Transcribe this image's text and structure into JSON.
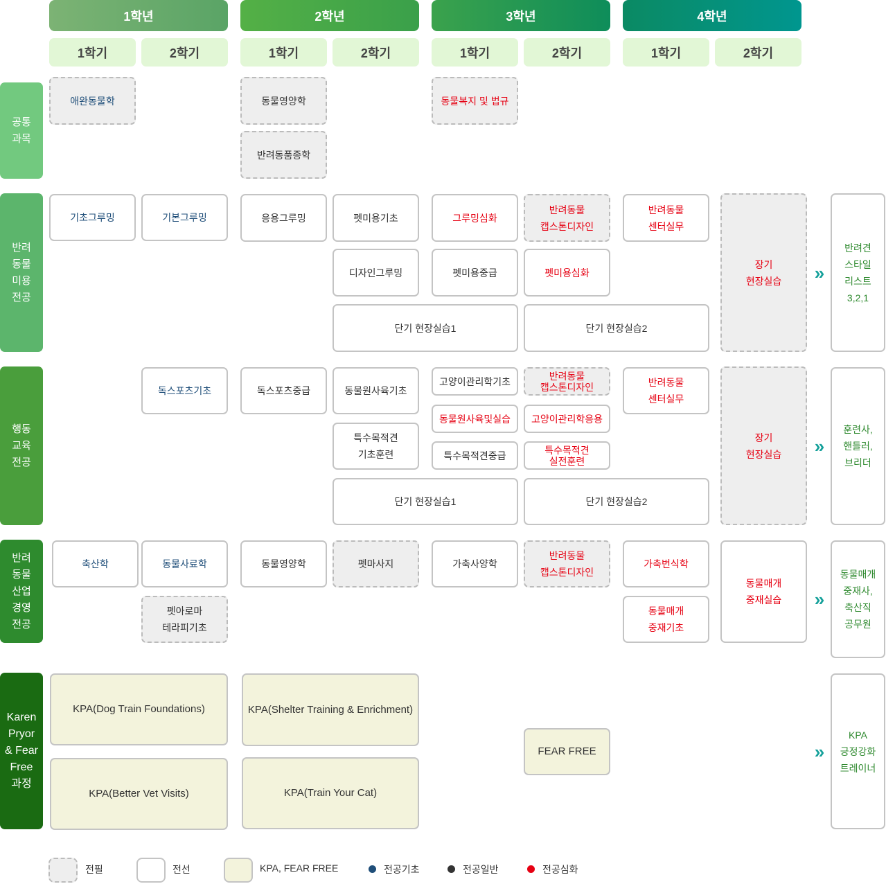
{
  "years": [
    "1학년",
    "2학년",
    "3학년",
    "4학년"
  ],
  "semesters": [
    "1학기",
    "2학기"
  ],
  "rows": [
    "공통\n과목",
    "반려\n동물\n미용\n전공",
    "행동\n교육\n전공",
    "반려\n동물\n산업\n경영\n전공",
    "Karen\nPryor\n& Fear\nFree\n과정"
  ],
  "courses": {
    "r1": [
      "애완동물학",
      "동물영양학",
      "반려동품종학",
      "동물복지 및 법규"
    ],
    "r2": [
      "기초그루밍",
      "기본그루밍",
      "응용그루밍",
      "펫미용기초",
      "그루밍심화",
      "반려동물\n캡스톤디자인",
      "반려동물\n센터실무",
      "장기\n현장실습",
      "디자인그루밍",
      "펫미용중급",
      "펫미용심화",
      "단기 현장실습1",
      "단기 현장실습2"
    ],
    "r3": [
      "독스포츠기초",
      "독스포츠중급",
      "동물원사육기초",
      "고양이관리학기초",
      "반려동물\n캡스톤디자인",
      "반려동물\n센터실무",
      "장기\n현장실습",
      "특수목적견\n기초훈련",
      "동물원사육및실습",
      "고양이관리학응용",
      "특수목적견중급",
      "특수목적견\n실전훈련",
      "단기 현장실습1",
      "단기 현장실습2"
    ],
    "r4": [
      "축산학",
      "동물사료학",
      "동물영양학",
      "펫마사지",
      "가축사양학",
      "반려동물\n캡스톤디자인",
      "가축번식학",
      "동물매개\n중재실습",
      "펫아로마\n테라피기초",
      "동물매개\n중재기초"
    ],
    "r5": [
      "KPA(Dog Train Foundations)",
      "KPA(Shelter Training & Enrichment)",
      "KPA(Better Vet Visits)",
      "KPA(Train Your Cat)",
      "FEAR FREE"
    ]
  },
  "results": [
    "반려견\n스타일\n리스트\n3,2,1",
    "훈련사,\n핸들러,\n브리더",
    "동물매개\n중재사,\n축산직\n공무원",
    "KPA\n긍정강화\n트레이너"
  ],
  "arrow_icon": "»",
  "legend": [
    "전필",
    "전선",
    "KPA, FEAR FREE",
    "전공기초",
    "전공일반",
    "전공심화"
  ],
  "colors": {
    "basic": "#1f4e79",
    "general": "#333333",
    "advanced": "#e60012"
  }
}
